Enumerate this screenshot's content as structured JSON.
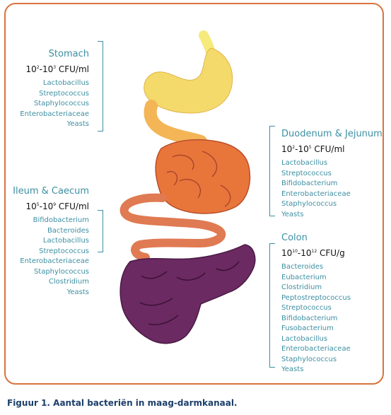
{
  "caption": "Figuur 1. Aantal bacteriën in maag-darmkanaal.",
  "sections": {
    "stomach": {
      "title": "Stomach",
      "cfu_base1": "10",
      "cfu_exp1": "2",
      "cfu_sep": "-10",
      "cfu_exp2": "3",
      "cfu_unit": " CFU/ml",
      "bacteria": [
        "Lactobacillus",
        "Streptococcus",
        "Staphylococcus",
        "Enterobacteriaceae",
        "Yeasts"
      ]
    },
    "duodenum": {
      "title": "Duodenum & Jejunum",
      "cfu_base1": "10",
      "cfu_exp1": "2",
      "cfu_sep": "-10",
      "cfu_exp2": "5",
      "cfu_unit": " CFU/ml",
      "bacteria": [
        "Lactobacillus",
        "Streptococcus",
        "Bifidobacterium",
        "Enterobacteriaceae",
        "Staphylococcus",
        "Yeasts"
      ]
    },
    "ileum": {
      "title": "Ileum & Caecum",
      "cfu_base1": "10",
      "cfu_exp1": "5",
      "cfu_sep": "-10",
      "cfu_exp2": "9",
      "cfu_unit": " CFU/ml",
      "bacteria": [
        "Bifidobacterium",
        "Bacteroides",
        "Lactobacillus",
        "Streptococcus",
        "Enterobacteriaceae",
        "Staphylococcus",
        "Clostridium",
        "Yeasts"
      ]
    },
    "colon": {
      "title": "Colon",
      "cfu_base1": "10",
      "cfu_exp1": "10",
      "cfu_sep": "-10",
      "cfu_exp2": "12",
      "cfu_unit": " CFU/g",
      "bacteria": [
        "Bacteroides",
        "Eubacterium",
        "Clostridium",
        "Peptostreptococcus",
        "Streptococcus",
        "Bifidobacterium",
        "Fusobacterium",
        "Lactobacillus",
        "Enterobacteriaceae",
        "Staphylococcus",
        "Yeasts"
      ]
    }
  },
  "colors": {
    "frame": "#d9733f",
    "label": "#3d8fa2",
    "stomach": "#f6dd6a",
    "intestine": "#e9783d",
    "colon": "#6a2a62"
  }
}
